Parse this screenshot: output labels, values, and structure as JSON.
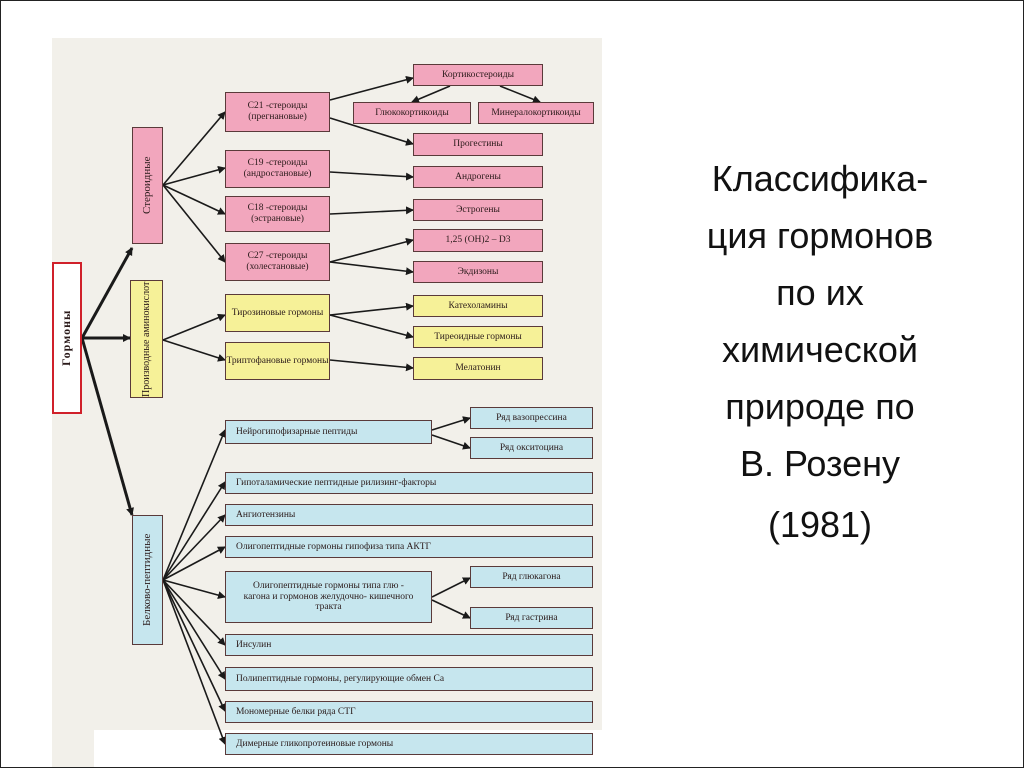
{
  "title": {
    "lines": [
      "Классифика-",
      "ция гормонов",
      "по их",
      "химической",
      "природе по",
      "В. Розену"
    ],
    "year": "(1981)"
  },
  "diagram": {
    "root": "Гормоны",
    "groups": {
      "steroid": "Стероидные",
      "amino": "Производные аминокислот",
      "protein": "Белково-пептидные"
    },
    "steroid_classes": {
      "c21": "C21 -стероиды (прегнановые)",
      "c19": "C19 -стероиды (андростановые)",
      "c18": "C18 -стероиды (эстрановые)",
      "c27": "C27 -стероиды (холестановые)"
    },
    "steroid_products": {
      "corticosteroids": "Кортикостероиды",
      "glucocorticoids": "Глюкокортикоиды",
      "mineralocorticoids": "Минералокортикоиды",
      "progestins": "Прогестины",
      "androgens": "Андрогены",
      "estrogens": "Эстрогены",
      "vitamin_d": "1,25 (OH)2 – D3",
      "ecdysones": "Экдизоны"
    },
    "amino_classes": {
      "tyrosine": "Тирозиновые гормоны",
      "tryptophan": "Триптофановые гормоны"
    },
    "amino_products": {
      "catecholamines": "Катехоламины",
      "thyroid": "Тиреоидные гормоны",
      "melatonin": "Мелатонин"
    },
    "protein_classes": {
      "neuro": "Нейрогипофизарные пептиды",
      "hypothalamic": "Гипоталамические пептидные рилизинг-факторы",
      "angiotensins": "Ангиотензины",
      "oligo_actg": "Олигопептидные гормоны гипофиза типа АКТГ",
      "oligo_glucagon": "Олигопептидные гормоны типа глю - кагона и гормонов желудочно- кишечного тракта",
      "insulin": "Инсулин",
      "poly_ca": "Полипептидные гормоны, регулирующие обмен Са",
      "monomer": "Мономерные белки ряда СТГ",
      "dimer": "Димерные гликопротеиновые гормоны"
    },
    "protein_products": {
      "vasopressin": "Ряд вазопрессина",
      "oxytocin": "Ряд окситоцина",
      "glucagon": "Ряд глюкагона",
      "gastrin": "Ряд гастрина"
    }
  },
  "colors": {
    "steroid": "#f2a6bd",
    "amino": "#f6f198",
    "protein": "#c6e6ee",
    "root_border": "#d0202a"
  }
}
